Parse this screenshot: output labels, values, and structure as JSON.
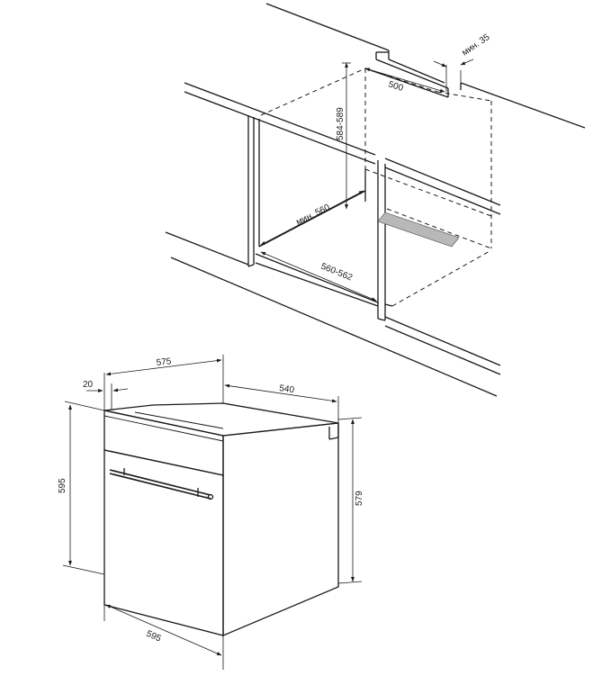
{
  "niche": {
    "labels": {
      "min_35": "мин. 35",
      "d_500": "500",
      "h_584_589": "584-589",
      "min_560": "мин. 560",
      "w_560_562": "560-562"
    }
  },
  "oven": {
    "labels": {
      "w_575": "575",
      "d_20": "20",
      "d_540": "540",
      "h_595": "595",
      "h_579": "579",
      "w_595": "595"
    }
  },
  "colors": {
    "line": "#1a1a1a",
    "vent": "#b8b8b8",
    "background": "#ffffff"
  }
}
